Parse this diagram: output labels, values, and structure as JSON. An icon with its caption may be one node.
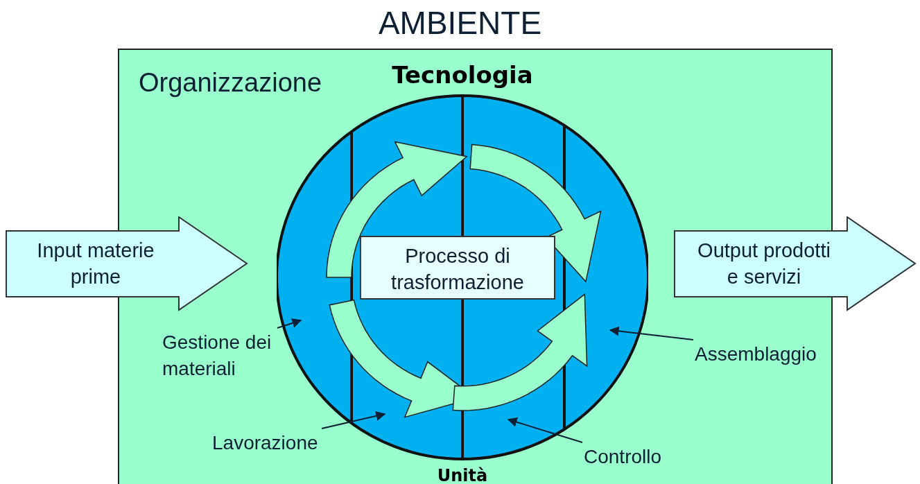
{
  "diagram": {
    "title": "AMBIENTE",
    "nodes": [
      {
        "text": [
          "Organizzazione"
        ]
      },
      {
        "text": [
          "Input materie prime"
        ]
      },
      {
        "text": [
          "Output prodotti e servizi"
        ]
      },
      {
        "text": [
          "Tecnologia",
          "Unità"
        ],
        "in": 0
      },
      {
        "text": [
          "Processo di trasformazione"
        ],
        "in": 3
      },
      {
        "text": [
          "Gestione dei materiali"
        ],
        "in": 0
      },
      {
        "text": [
          "Lavorazione"
        ],
        "in": 0
      },
      {
        "text": [
          "Controllo"
        ],
        "in": 0
      },
      {
        "text": [
          "Assemblaggio"
        ],
        "in": 0
      }
    ],
    "edges": [
      {
        "from": 5,
        "to": 3,
        "arrow": "to"
      },
      {
        "from": 6,
        "to": 3,
        "arrow": "to"
      },
      {
        "from": 7,
        "to": 3,
        "arrow": "to"
      },
      {
        "from": 8,
        "to": 3,
        "arrow": "to"
      }
    ]
  }
}
